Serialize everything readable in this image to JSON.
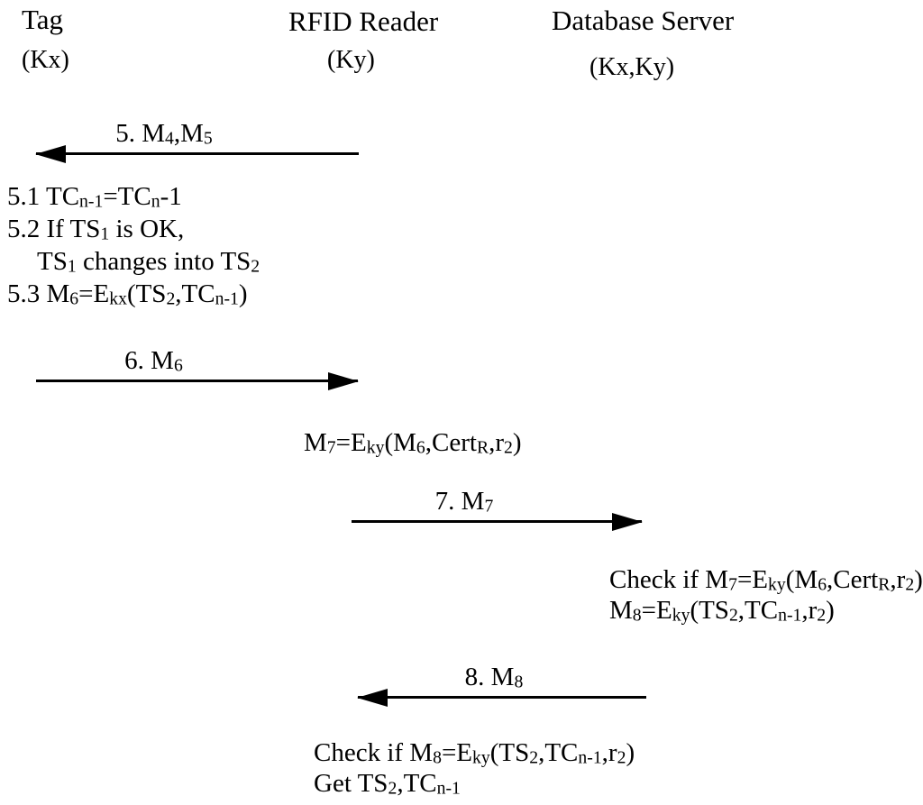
{
  "participants": [
    {
      "name": "Tag",
      "key": "(Kx)"
    },
    {
      "name": "RFID Reader",
      "key": "(Ky)"
    },
    {
      "name": "Database Server",
      "key": "(Kx,Ky)"
    }
  ],
  "messages": [
    {
      "label": "5. M_{4},M_{5}",
      "direction": "left"
    },
    {
      "label": "6. M_{6}",
      "direction": "right"
    },
    {
      "label": "7. M_{7}",
      "direction": "right"
    },
    {
      "label": "8. M_{8}",
      "direction": "left"
    }
  ],
  "notes": {
    "tag_after_5": [
      "5.1 TC_{n-1}=TC_{n}-1",
      "5.2 If TS_{1} is OK,",
      "TS_{1} changes into TS_{2}",
      "5.3 M_{6}=E_{kx}(TS_{2},TC_{n-1})"
    ],
    "reader_before_7": "M_{7}=E_{ky}(M_{6},Cert_{R},r_{2})",
    "server_after_7": [
      "Check if M_{7}=E_{ky}(M_{6},Cert_{R},r_{2})",
      "M_{8}=E_{ky}(TS_{2},TC_{n-1},r_{2})"
    ],
    "reader_after_8": [
      "Check if M_{8}=E_{ky}(TS_{2},TC_{n-1},r_{2})",
      "Get TS_{2},TC_{n-1}"
    ]
  },
  "colors": {
    "text": "#000000",
    "background": "#ffffff"
  }
}
